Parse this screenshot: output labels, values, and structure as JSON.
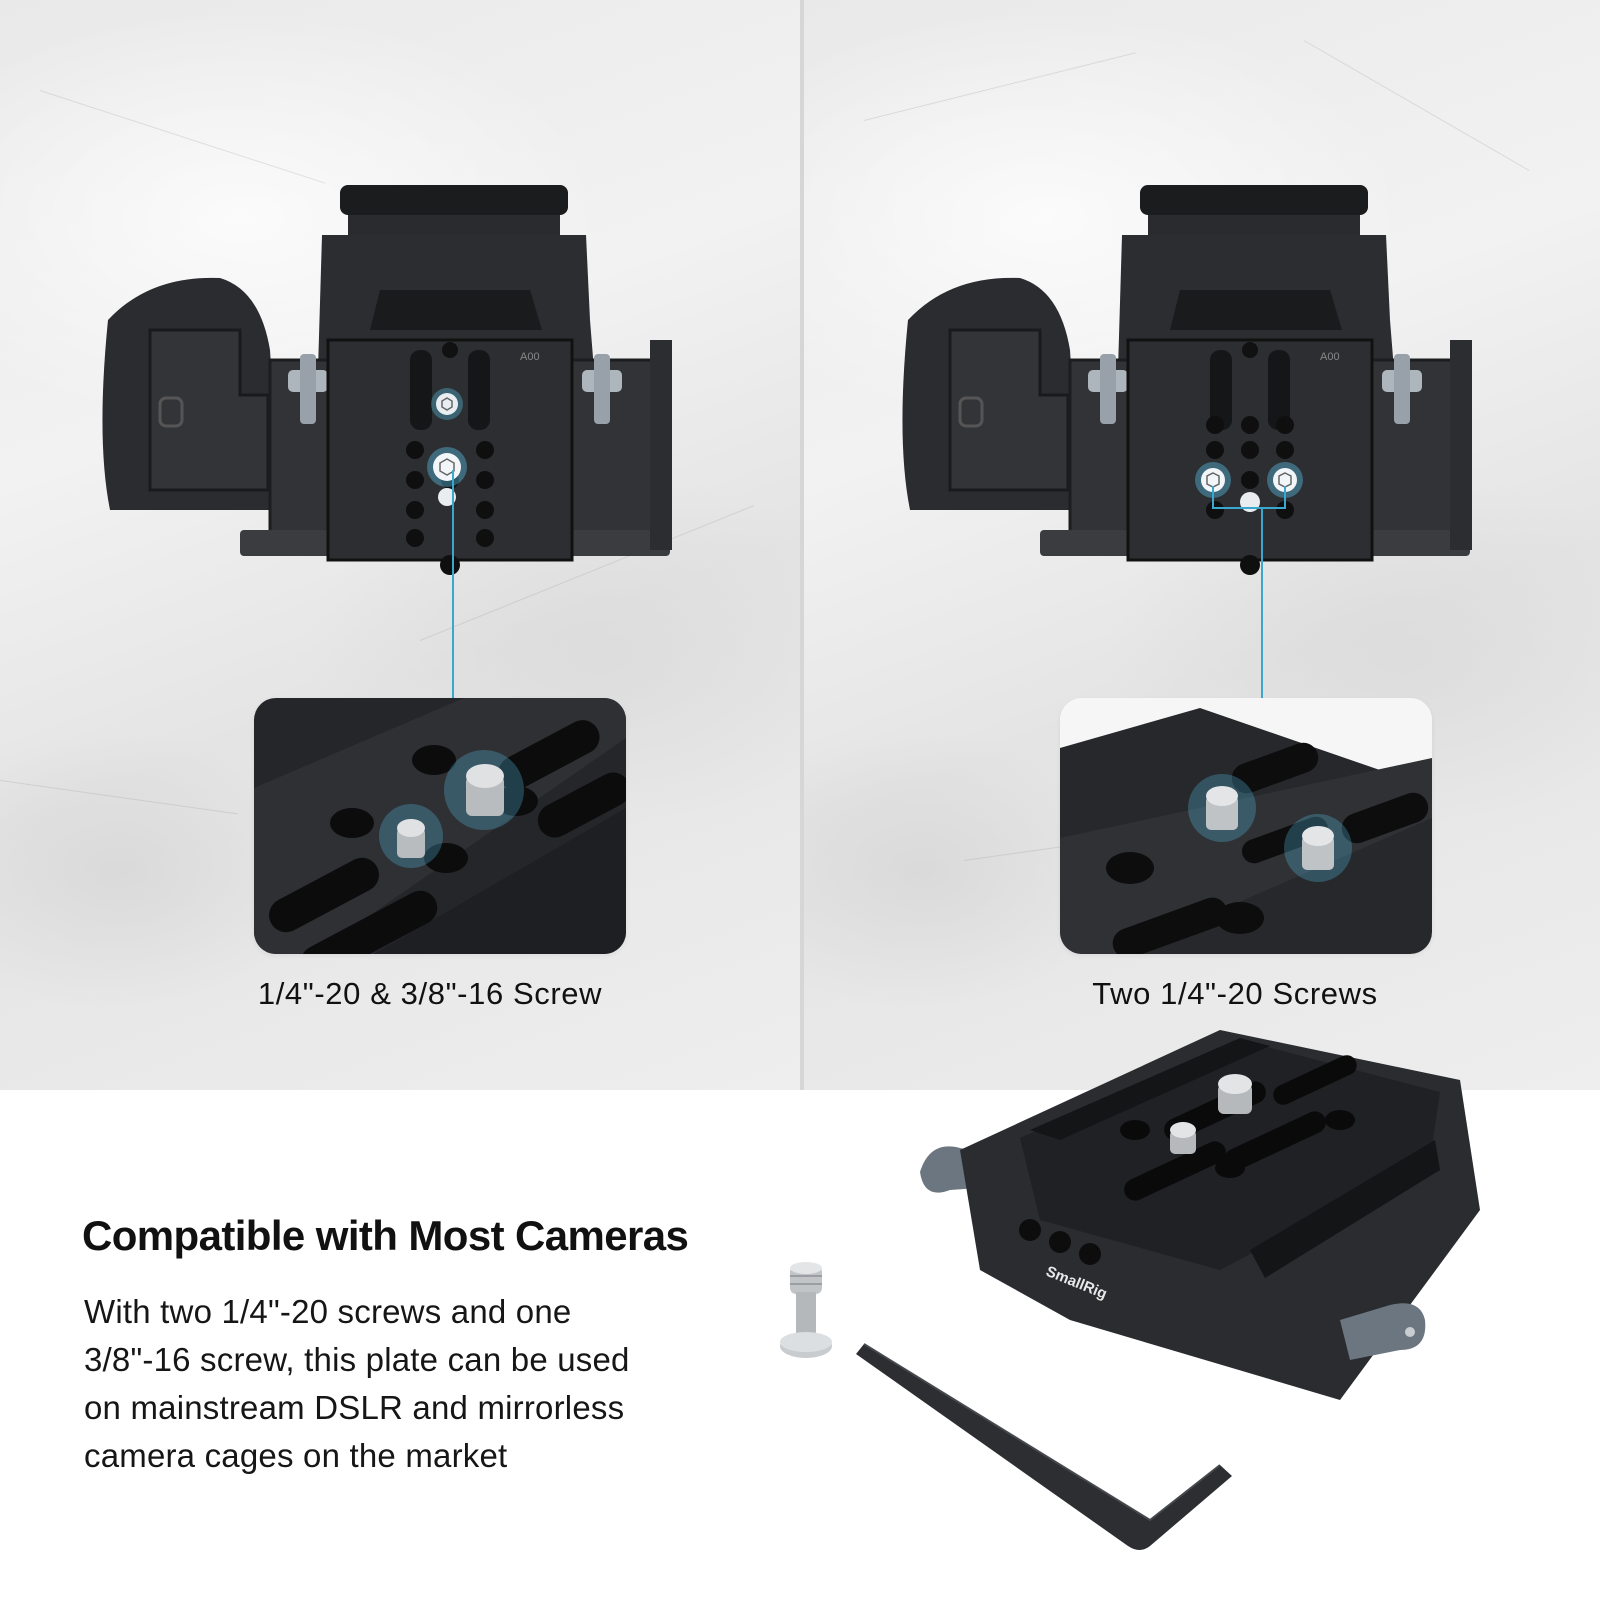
{
  "panels": {
    "left": {
      "caption": "1/4\"-20 & 3/8\"-16 Screw",
      "highlighted_screws": [
        "1/4\"-20",
        "3/8\"-16"
      ],
      "plate_marking": "A00"
    },
    "right": {
      "caption": "Two 1/4\"-20 Screws",
      "highlighted_screws": [
        "1/4\"-20",
        "1/4\"-20"
      ],
      "plate_marking": "A00"
    }
  },
  "feature": {
    "title": "Compatible with Most Cameras",
    "body_lines": [
      "With two 1/4\"-20 screws and one",
      "3/8\"-16 screw, this plate can be used",
      "on mainstream DSLR and mirrorless",
      "camera cages on the market"
    ]
  },
  "product": {
    "brand": "SmallRig",
    "accessories": [
      "spare-screw",
      "hex-key"
    ]
  },
  "colors": {
    "callout": "#3aa7cf",
    "glow": "#59c6ee",
    "metal_dark": "#26282b",
    "knob": "#6b7680",
    "background": "#ffffff"
  }
}
